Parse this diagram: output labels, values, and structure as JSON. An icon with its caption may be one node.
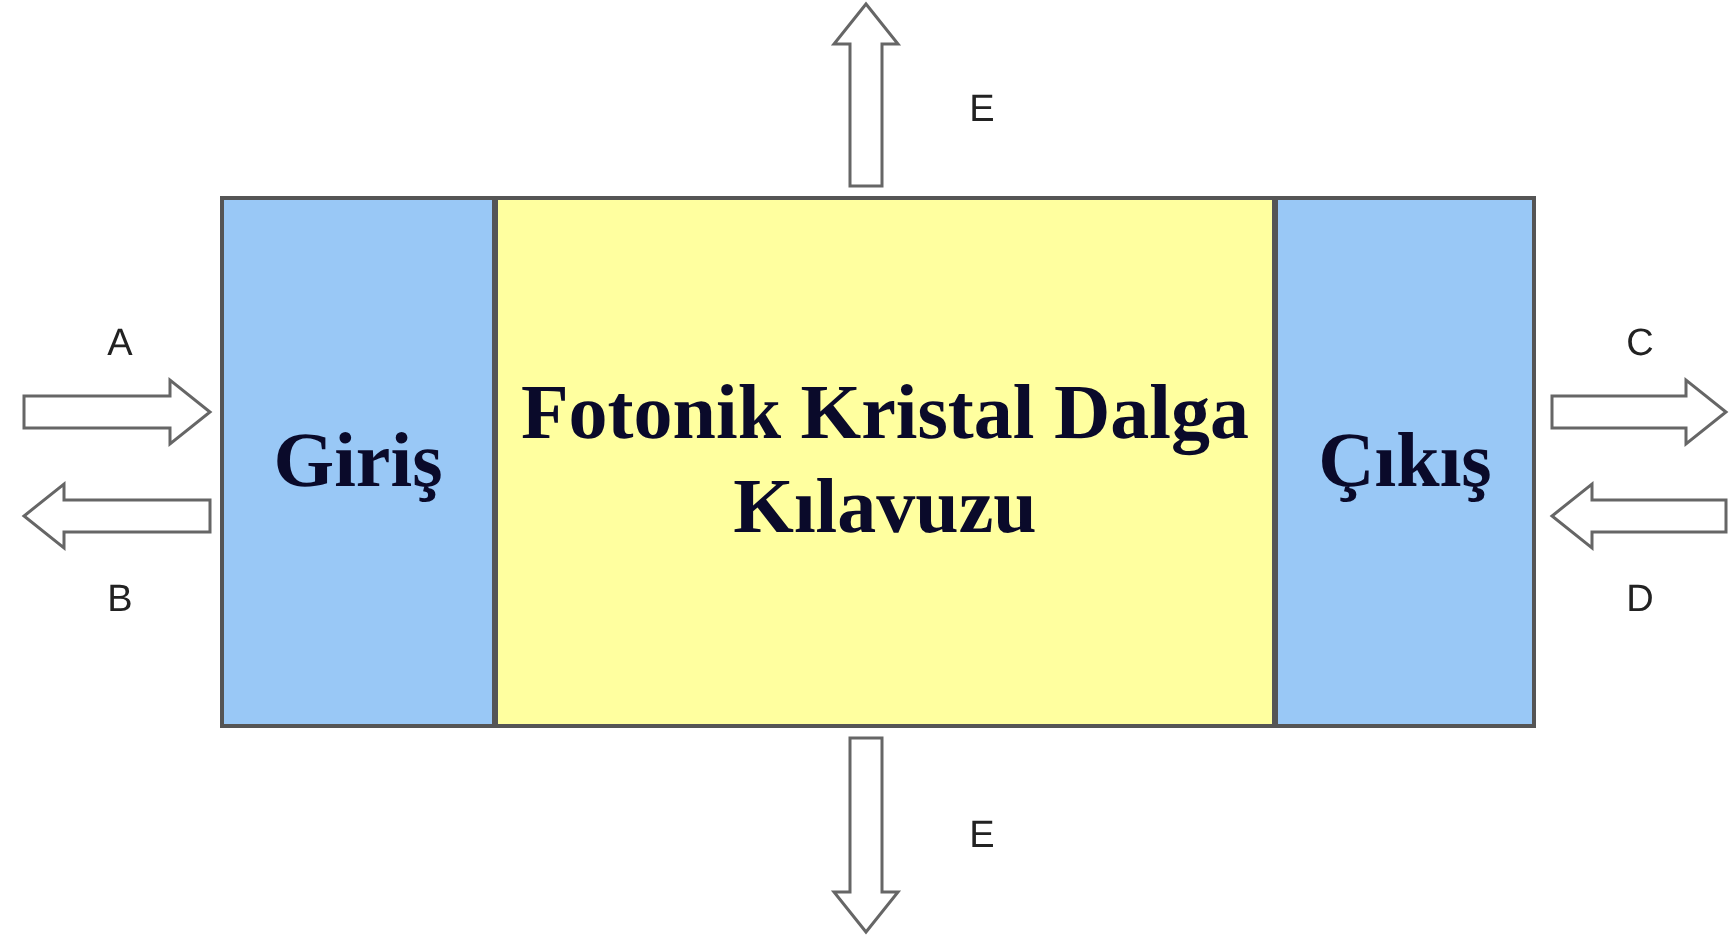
{
  "diagram": {
    "nodes": [
      {
        "text": [
          "Giriş"
        ]
      },
      {
        "text": [
          "Fotonik Kristal Dalga Kılavuzu"
        ]
      },
      {
        "text": [
          "Çıkış"
        ]
      }
    ],
    "edges": [
      {
        "from": null,
        "to": 0,
        "arrow": "to",
        "label": "A"
      },
      {
        "from": 0,
        "to": null,
        "arrow": "to",
        "label": "B"
      },
      {
        "from": 2,
        "to": null,
        "arrow": "to",
        "label": "C"
      },
      {
        "from": null,
        "to": 2,
        "arrow": "to",
        "label": "D"
      },
      {
        "from": 1,
        "to": null,
        "arrow": "to",
        "label": "E"
      },
      {
        "from": 1,
        "to": null,
        "arrow": "to",
        "label": "E"
      }
    ]
  }
}
